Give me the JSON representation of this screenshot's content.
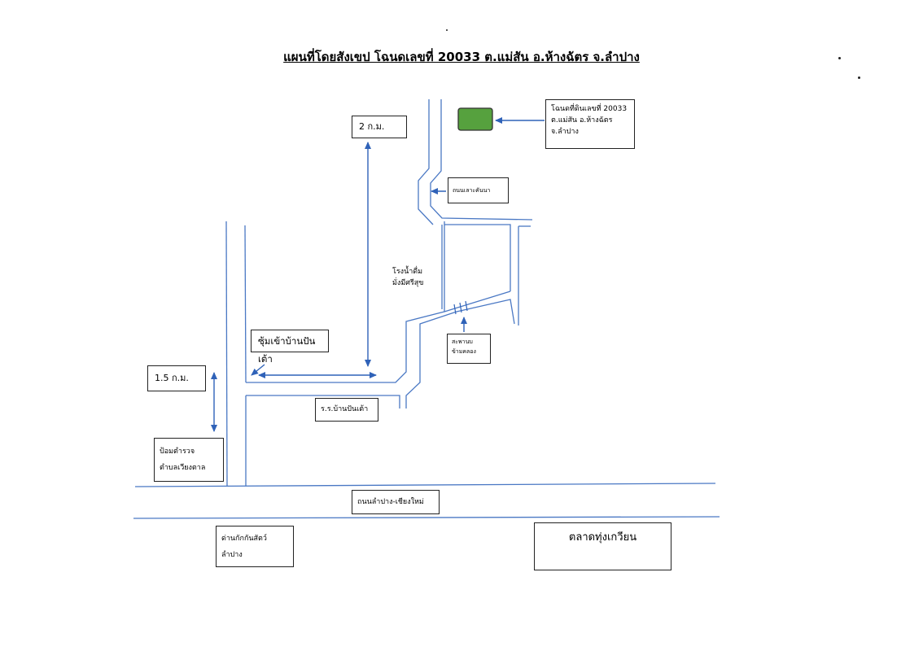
{
  "map": {
    "title": "แผนที่โดยสังเขป โฉนดเลขที่ 20033 ต.แม่สัน อ.ห้างฉัตร จ.ลำปาง",
    "colors": {
      "road": "#4a78c4",
      "arrow": "#2f62b8",
      "parcel": "#56a13e",
      "box_border": "#222222"
    }
  },
  "labels": {
    "parcel_info": [
      "โฉนดที่ดินเลขที่ 20033",
      "ต.แม่สัน อ.ห้างฉัตร",
      "จ.ลำปาง"
    ],
    "distance_2km": "2 ก.ม.",
    "road_lao_khanna": "ถนนเลาะคันนา",
    "water_plant": [
      "โรงน้ำดื่ม",
      "มั่งมีศรีสุข"
    ],
    "bridge": [
      "สะพานบ",
      "ข้ามคลอง"
    ],
    "soi_ban_pantao": "ซุ้มเข้าบ้านปันเต้า",
    "distance_1_5km": "1.5 ก.ม.",
    "school": "ร.ร.บ้านปันเต้า",
    "police_post": [
      "ป้อมตำรวจ",
      "ตำบลเวียงตาล"
    ],
    "highway": "ถนนลำปาง-เชียงใหม่",
    "quarantine": [
      "ด่านกักกันสัตว์",
      "ลำปาง"
    ],
    "market": "ตลาดทุ่งเกวียน"
  }
}
